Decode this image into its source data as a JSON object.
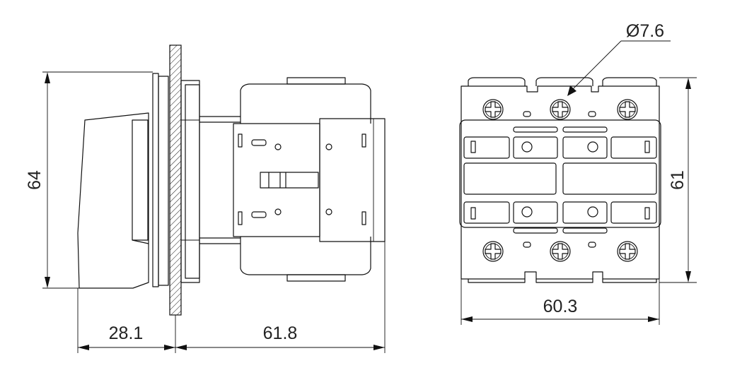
{
  "dimensions": {
    "height_left": "64",
    "depth_front": "28.1",
    "depth_body": "61.8",
    "hole_diameter": "Ø7.6",
    "height_right": "61",
    "width_right": "60.3"
  },
  "colors": {
    "line": "#111111",
    "text": "#222222",
    "background": "#ffffff"
  }
}
